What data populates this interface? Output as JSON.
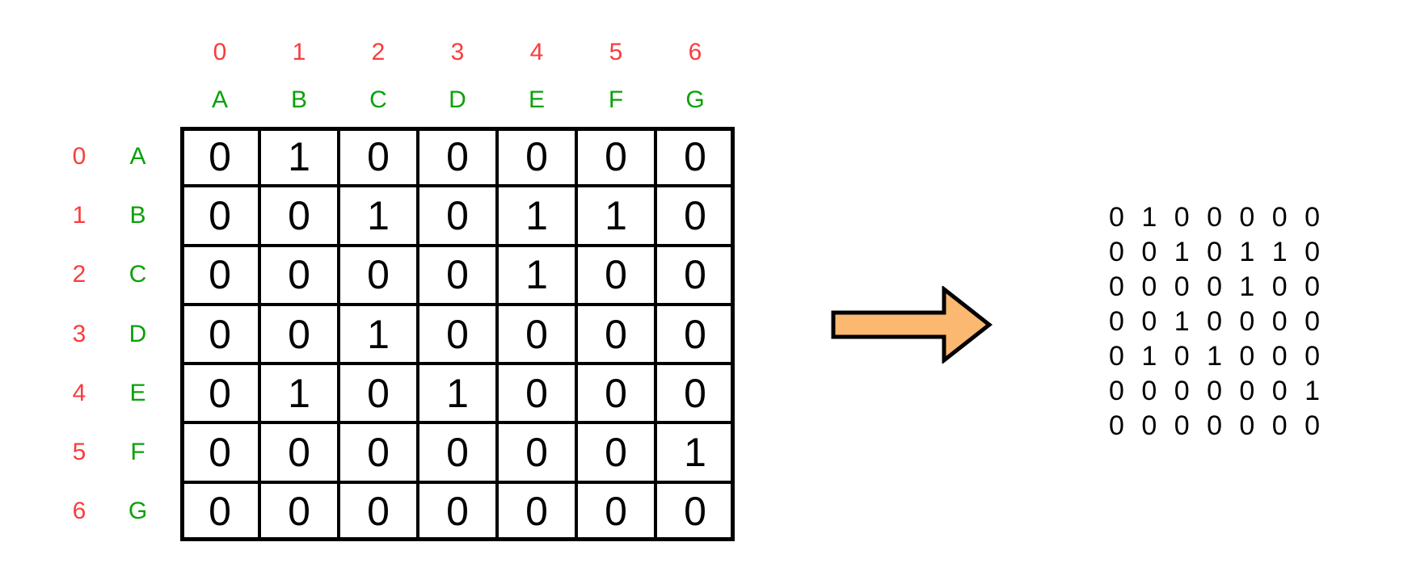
{
  "colors": {
    "index_red": "#FA3C3C",
    "label_green": "#0AA10A",
    "arrow_fill": "#FBB871",
    "arrow_outline": "#000000",
    "grid_line": "#000000",
    "text_black": "#000000",
    "background": "#FFFFFF"
  },
  "matrix": {
    "col_indices": [
      "0",
      "1",
      "2",
      "3",
      "4",
      "5",
      "6"
    ],
    "col_letters": [
      "A",
      "B",
      "C",
      "D",
      "E",
      "F",
      "G"
    ],
    "row_indices": [
      "0",
      "1",
      "2",
      "3",
      "4",
      "5",
      "6"
    ],
    "row_letters": [
      "A",
      "B",
      "C",
      "D",
      "E",
      "F",
      "G"
    ],
    "cells": [
      [
        "0",
        "1",
        "0",
        "0",
        "0",
        "0",
        "0"
      ],
      [
        "0",
        "0",
        "1",
        "0",
        "1",
        "1",
        "0"
      ],
      [
        "0",
        "0",
        "0",
        "0",
        "1",
        "0",
        "0"
      ],
      [
        "0",
        "0",
        "1",
        "0",
        "0",
        "0",
        "0"
      ],
      [
        "0",
        "1",
        "0",
        "1",
        "0",
        "0",
        "0"
      ],
      [
        "0",
        "0",
        "0",
        "0",
        "0",
        "0",
        "1"
      ],
      [
        "0",
        "0",
        "0",
        "0",
        "0",
        "0",
        "0"
      ]
    ]
  },
  "arrow_icon": "right-arrow",
  "output_matrix": {
    "rows": [
      "0 1 0 0 0 0 0",
      "0 0 1 0 1 1 0",
      "0 0 0 0 1 0 0",
      "0 0 1 0 0 0 0",
      "0 1 0 1 0 0 0",
      "0 0 0 0 0 0 1",
      "0 0 0 0 0 0 0"
    ]
  }
}
